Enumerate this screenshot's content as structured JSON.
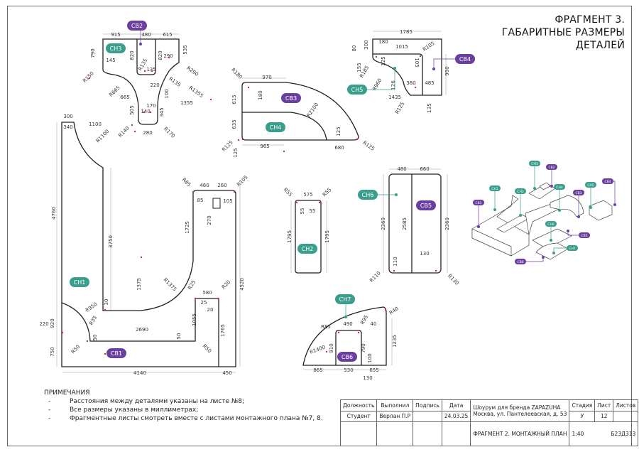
{
  "title": {
    "line1": "ФРАГМЕНТ 3.",
    "line2": "ГАБАРИТНЫЕ РАЗМЕРЫ",
    "line3": "ДЕТАЛЕЙ"
  },
  "colors": {
    "ch": "#3a9e8c",
    "cb": "#6b3fa0",
    "marker": "#c0392b",
    "outline": "#222222",
    "dimension": "#888888"
  },
  "badges": [
    "СВ2",
    "СН3",
    "СН1",
    "СВ1",
    "СВ3",
    "СН4",
    "СН5",
    "СВ4",
    "СН2",
    "СН6",
    "СВ5",
    "СН7",
    "СВ6"
  ],
  "iso_badges": [
    "СН3",
    "СВ2",
    "СН1",
    "СН2",
    "СН4",
    "СВ3",
    "СН5",
    "СВ4",
    "СВ1",
    "СН6",
    "СВ5",
    "СН7",
    "СВ6"
  ],
  "dimensions": [
    "915",
    "480",
    "615",
    "790",
    "820",
    "820",
    "535",
    "145",
    "R150",
    "R135",
    "135",
    "290",
    "R290",
    "220",
    "R135",
    "R1355",
    "R665",
    "665",
    "100",
    "1355",
    "170",
    "140",
    "505",
    "345",
    "R140",
    "280",
    "R170",
    "300",
    "340",
    "1100",
    "R1100",
    "4760",
    "3750",
    "1375",
    "30",
    "R950",
    "R35",
    "220",
    "920",
    "750",
    "R50",
    "50",
    "2690",
    "50",
    "R50",
    "1055",
    "580",
    "25",
    "20",
    "R25",
    "R20",
    "1765",
    "4520",
    "450",
    "4140",
    "R85",
    "460",
    "260",
    "R105",
    "85",
    "105",
    "270",
    "1725",
    "R1375",
    "R180",
    "970",
    "180",
    "615",
    "635",
    "R2100",
    "R125",
    "125",
    "965",
    "125",
    "680",
    "R125",
    "1785",
    "80",
    "300",
    "180",
    "1015",
    "R105",
    "155",
    "125",
    "105",
    "R185",
    "R960",
    "126",
    "380",
    "485",
    "990",
    "1435",
    "R125",
    "135",
    "R55",
    "575",
    "R55",
    "55",
    "55",
    "1795",
    "1795",
    "480",
    "660",
    "2360",
    "2585",
    "2360",
    "110",
    "R110",
    "130",
    "R130",
    "490",
    "R95",
    "R85",
    "40",
    "R40",
    "910",
    "R1400",
    "790",
    "100",
    "1235",
    "865",
    "530",
    "655",
    "130"
  ],
  "notes": {
    "heading": "ПРИМЕЧАНИЯ",
    "items": [
      "Расстояния между деталями указаны на листе №8;",
      "Все размеры указаны в миллиметрах;",
      "Фрагментные листы смотреть вместе с листами монтажного плана №7, 8."
    ]
  },
  "title_block": {
    "headers": [
      "Должность",
      "Выполнил",
      "Подпись",
      "Дата"
    ],
    "row": [
      "Студент",
      "Верлан П.Р",
      "",
      "24.03.25"
    ],
    "project_line1": "Шоурум для бренда ZAPAZUHA",
    "project_line2": "Москва, ул. Пантелеевская, д. 53",
    "stage_headers": [
      "Стадия",
      "Лист",
      "Листов"
    ],
    "stage_values": [
      "У",
      "12",
      ""
    ],
    "sheet_title": "ФРАГМЕНТ 2. МОНТАЖНЫЙ ПЛАН",
    "scale": "1:40",
    "code": "Б23Д313"
  }
}
